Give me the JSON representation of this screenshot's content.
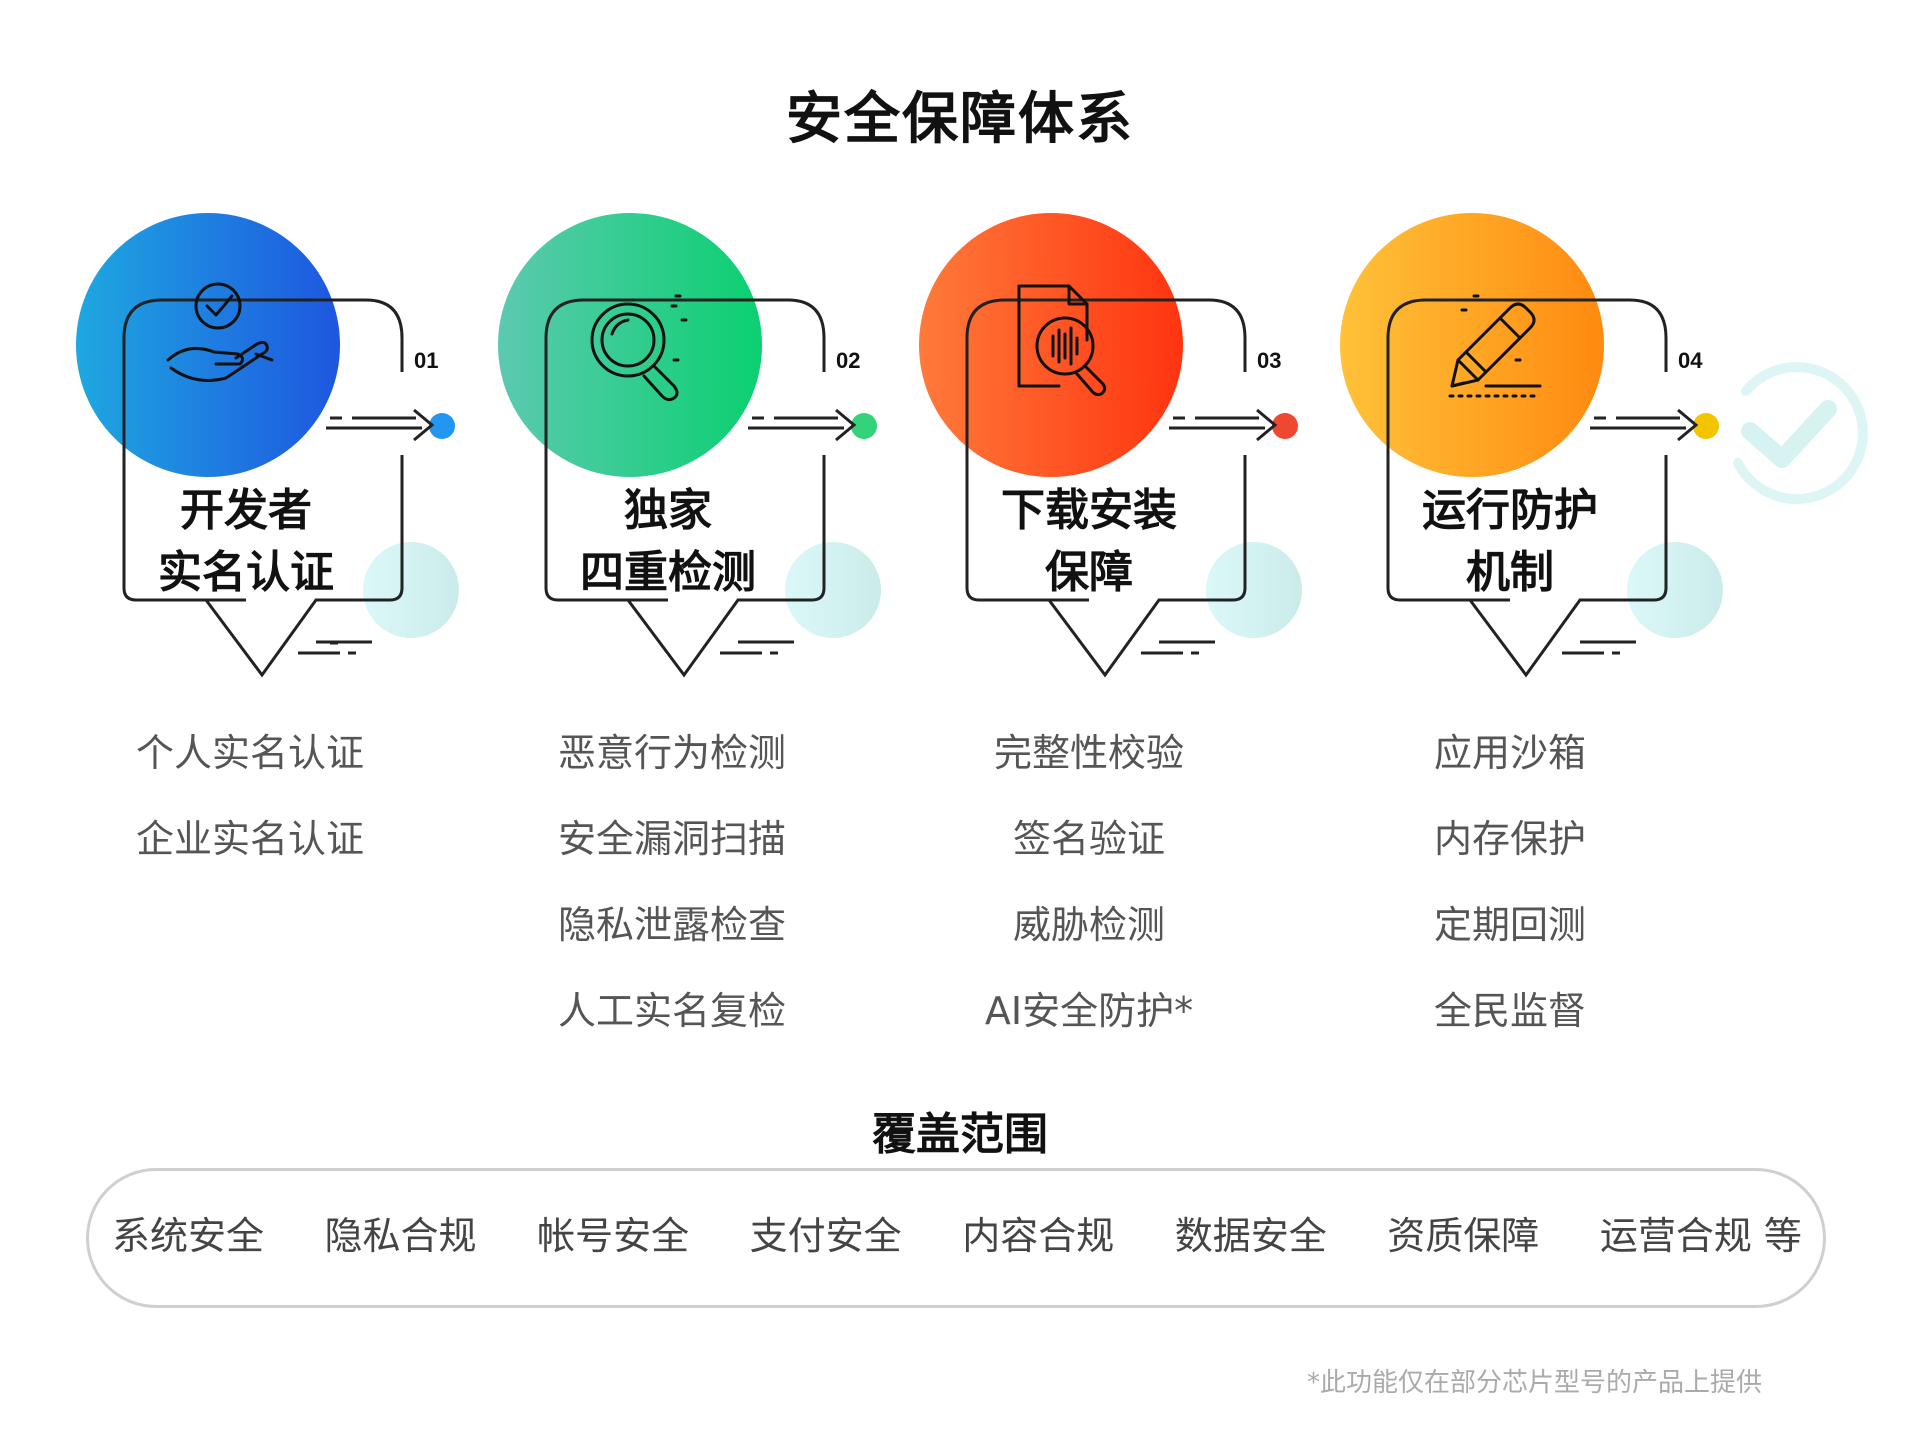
{
  "title": "安全保障体系",
  "pillars": [
    {
      "number": "01",
      "heading_lines": [
        "开发者",
        "实名认证"
      ],
      "items": [
        "个人实名认证",
        "企业实名认证"
      ],
      "icon": "hand-check-icon",
      "gradient": [
        "#1ea8e0",
        "#1e56e0"
      ],
      "accent": "#2196f3"
    },
    {
      "number": "02",
      "heading_lines": [
        "独家",
        "四重检测"
      ],
      "items": [
        "恶意行为检测",
        "安全漏洞扫描",
        "隐私泄露检查",
        "人工实名复检"
      ],
      "icon": "magnifier-icon",
      "gradient": [
        "#5cc9b0",
        "#0bd070"
      ],
      "accent": "#34d27a"
    },
    {
      "number": "03",
      "heading_lines": [
        "下载安装",
        "保障"
      ],
      "items": [
        "完整性校验",
        "签名验证",
        "威胁检测",
        "AI安全防护*"
      ],
      "icon": "document-scan-icon",
      "gradient": [
        "#ff7a3a",
        "#ff3410"
      ],
      "accent": "#f04830"
    },
    {
      "number": "04",
      "heading_lines": [
        "运行防护",
        "机制"
      ],
      "items": [
        "应用沙箱",
        "内存保护",
        "定期回测",
        "全民监督"
      ],
      "icon": "pencil-icon",
      "gradient": [
        "#ffc23a",
        "#ff8a10"
      ],
      "accent": "#f5c400"
    }
  ],
  "coverage": {
    "title": "覆盖范围",
    "items": [
      "系统安全",
      "隐私合规",
      "帐号安全",
      "支付安全",
      "内容合规",
      "数据安全",
      "资质保障",
      "运营合规 等"
    ]
  },
  "footnote": "*此功能仅在部分芯片型号的产品上提供"
}
